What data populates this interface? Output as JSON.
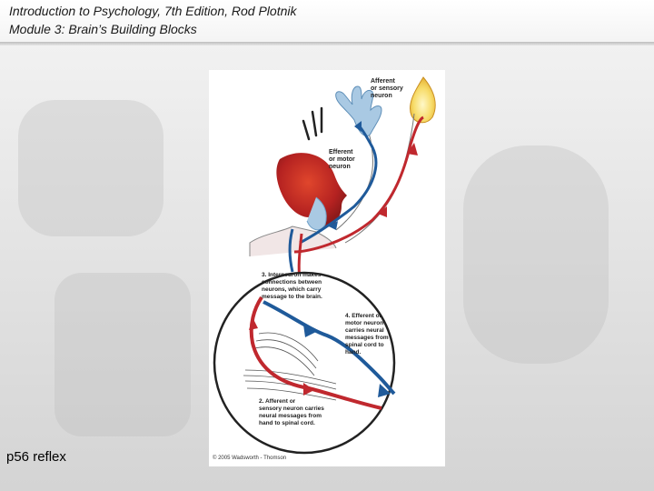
{
  "header": {
    "title": "Introduction to Psychology, 7th Edition, Rod Plotnik",
    "subtitle": "Module 3:  Brain’s Building Blocks"
  },
  "figure": {
    "labels": {
      "afferent_l1": "Afferent",
      "afferent_l2": "or sensory",
      "afferent_l3": "neuron",
      "efferent_l1": "Efferent",
      "efferent_l2": "or motor",
      "efferent_l3": "neuron",
      "inter_l1": "3. Interneuron makes",
      "inter_l2": "connections between",
      "inter_l3": "neurons, which carry",
      "inter_l4": "message to the brain.",
      "step4_l1": "4. Efferent or",
      "step4_l2": "motor neuron",
      "step4_l3": "carries neural",
      "step4_l4": "messages from",
      "step4_l5": "spinal cord to",
      "step4_l6": "hand.",
      "step2_l1": "2. Afferent or",
      "step2_l2": "sensory neuron carries",
      "step2_l3": "neural messages from",
      "step2_l4": "hand to spinal cord."
    },
    "copyright": "© 2005 Wadsworth - Thomson",
    "colors": {
      "afferent": "#c0282e",
      "efferent": "#1f5a9a"
    }
  },
  "caption": "p56 reflex"
}
